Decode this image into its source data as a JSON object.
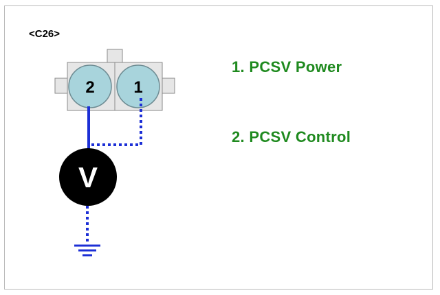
{
  "connector": {
    "label": "<C26>"
  },
  "pins": [
    {
      "number": "2"
    },
    {
      "number": "1"
    }
  ],
  "meter": {
    "symbol": "V"
  },
  "legend": [
    {
      "text": "1. PCSV Power"
    },
    {
      "text": "2. PCSV Control"
    }
  ],
  "colors": {
    "pin_fill": "#a8d4dc",
    "connector_body": "#e6e6e6",
    "wire": "#1c2fd6",
    "legend_text": "#1f8a1f",
    "meter_fill": "#000000",
    "meter_text": "#ffffff"
  }
}
